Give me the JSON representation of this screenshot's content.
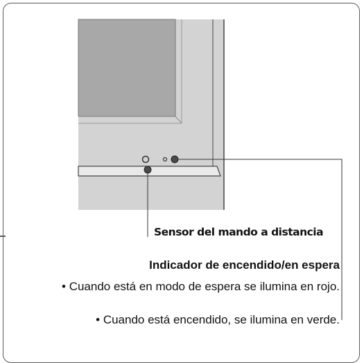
{
  "sensor_label": "Sensor del mando a distancia",
  "indicator": {
    "title": "Indicador de encendido/en espera",
    "bullets": [
      "• Cuando está en modo de espera se ilumina en rojo.",
      "• Cuando está encendido, se ilumina en verde."
    ]
  },
  "colors": {
    "frame": "#5a5a5a",
    "bezel": "#d3d3d3",
    "screen": "#a8a8a8",
    "led": "#4a4a4a"
  }
}
